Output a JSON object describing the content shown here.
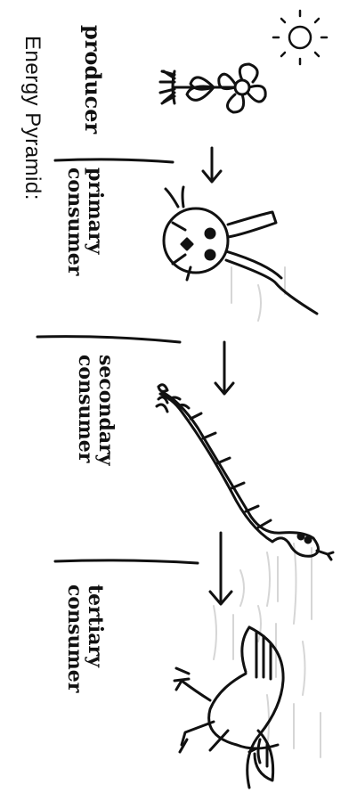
{
  "title": "Energy Pyramid:",
  "levels": [
    {
      "label_line1": "producer",
      "label_line2": ""
    },
    {
      "label_line1": "primary",
      "label_line2": "consumer"
    },
    {
      "label_line1": "secondary",
      "label_line2": "consumer"
    },
    {
      "label_line1": "tertiary",
      "label_line2": "consumer"
    }
  ],
  "colors": {
    "ink": "#111111",
    "background": "#ffffff",
    "ghost": "#cfcfcf"
  }
}
